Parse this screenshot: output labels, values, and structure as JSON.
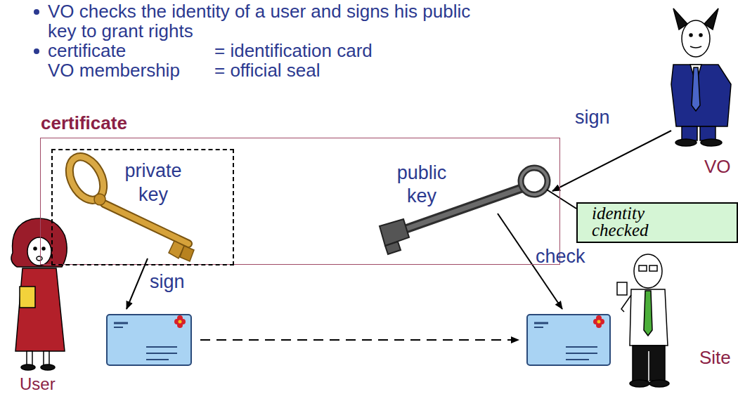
{
  "diagram": {
    "nodes": [
      {
        "text": [
          "certificate"
        ]
      },
      {
        "text": [
          "private key"
        ],
        "in": 0
      },
      {
        "text": [
          "identity checked"
        ]
      }
    ],
    "labels": [
      "VO checks the identity of a user and signs his public key to grant rights",
      "certificate",
      "= identification card",
      "VO membership",
      "= official seal",
      "sign",
      "public key",
      "VO",
      "sign",
      "check",
      "User",
      "Site"
    ]
  }
}
